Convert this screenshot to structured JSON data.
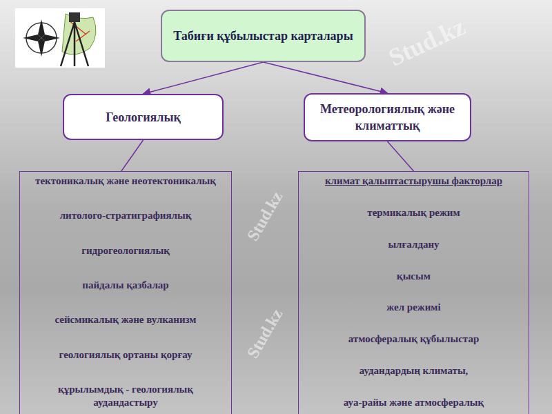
{
  "diagram": {
    "nodes": [
      {
        "text": [
          "Табиғи құбылыстар карталары"
        ]
      },
      {
        "text": [
          "Геологиялық"
        ]
      },
      {
        "text": [
          "Метеорологиялық және климаттық"
        ]
      },
      {
        "text": [
          "тектоникалық және неотектоникалық",
          "литолого-стратиграфиялық",
          "гидрогеологиялық",
          "пайдалы қазбалар",
          "сейсмикалық және вулканизм",
          "геологиялық ортаны қорғау",
          "құрылымдық - геологиялық аудандастыру"
        ]
      },
      {
        "text": [
          "климат қалыптастырушы факторлар",
          "термикалық режим",
          "ылғалдану",
          "қысым",
          "жел режимі",
          "атмосфералық құбылыстар",
          "аудандардың климаты,",
          "ауа-райы және атмосфералық"
        ]
      }
    ],
    "edges": [
      {
        "from": 0,
        "to": 1,
        "arrow": "to"
      },
      {
        "from": 0,
        "to": 2,
        "arrow": "to"
      },
      {
        "from": 1,
        "to": 3,
        "arrow": "none"
      },
      {
        "from": 2,
        "to": 4,
        "arrow": "none"
      }
    ],
    "labels": [
      "Stud.kz",
      "Stud.kz",
      "Stud.kz"
    ]
  }
}
